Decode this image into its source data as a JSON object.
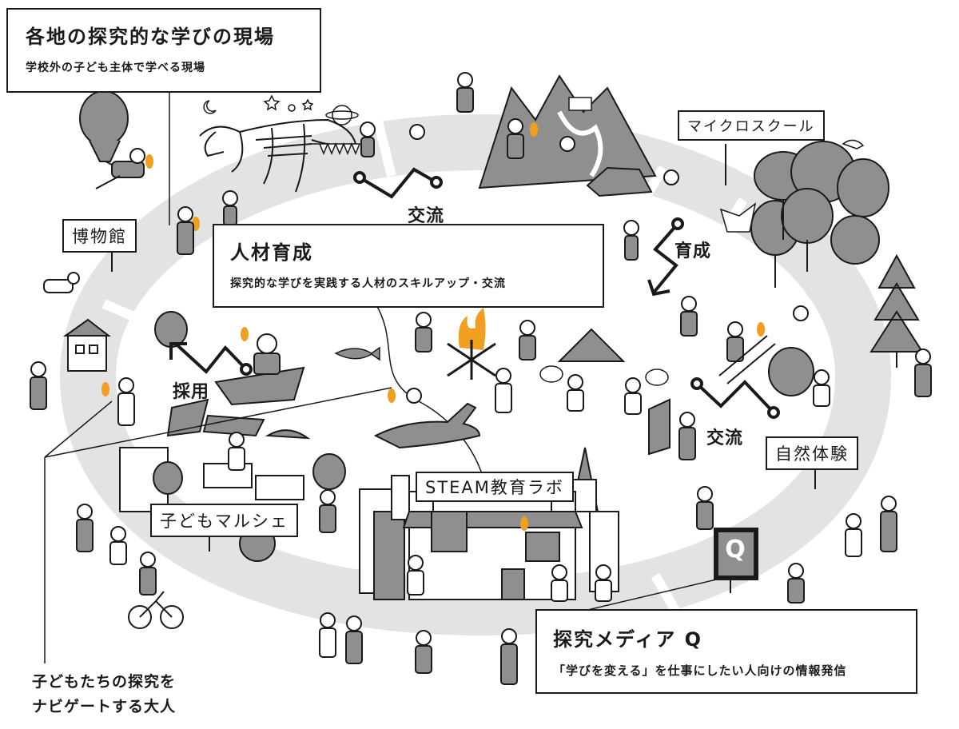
{
  "callouts": {
    "genba": {
      "title": "各地の探究的な学びの現場",
      "subtitle": "学校外の子ども主体で学べる現場"
    },
    "jinzai": {
      "title": "人材育成",
      "subtitle": "探究的な学びを実践する人材のスキルアップ・交流"
    },
    "media": {
      "title": "探究メディア Q",
      "subtitle": "「学びを変える」を仕事にしたい人向けの情報発信"
    }
  },
  "note": {
    "line1": "子どもたちの探究を",
    "line2": "ナビゲートする大人"
  },
  "flows": {
    "koryu_top": "交流",
    "ikusei": "育成",
    "saiyo": "採用",
    "koryu_right": "交流"
  },
  "signs": {
    "museum": "博物館",
    "micro_school": "マイクロスクール",
    "nature": "自然体験",
    "steam": "STEAM教育ラボ",
    "marche": "子どもマルシェ",
    "q": "Q"
  },
  "colors": {
    "ink": "#1a1a1a",
    "ring": "#e3e3e3",
    "gray": "#8f8f8f",
    "flame": "#f0a020",
    "white": "#ffffff"
  }
}
